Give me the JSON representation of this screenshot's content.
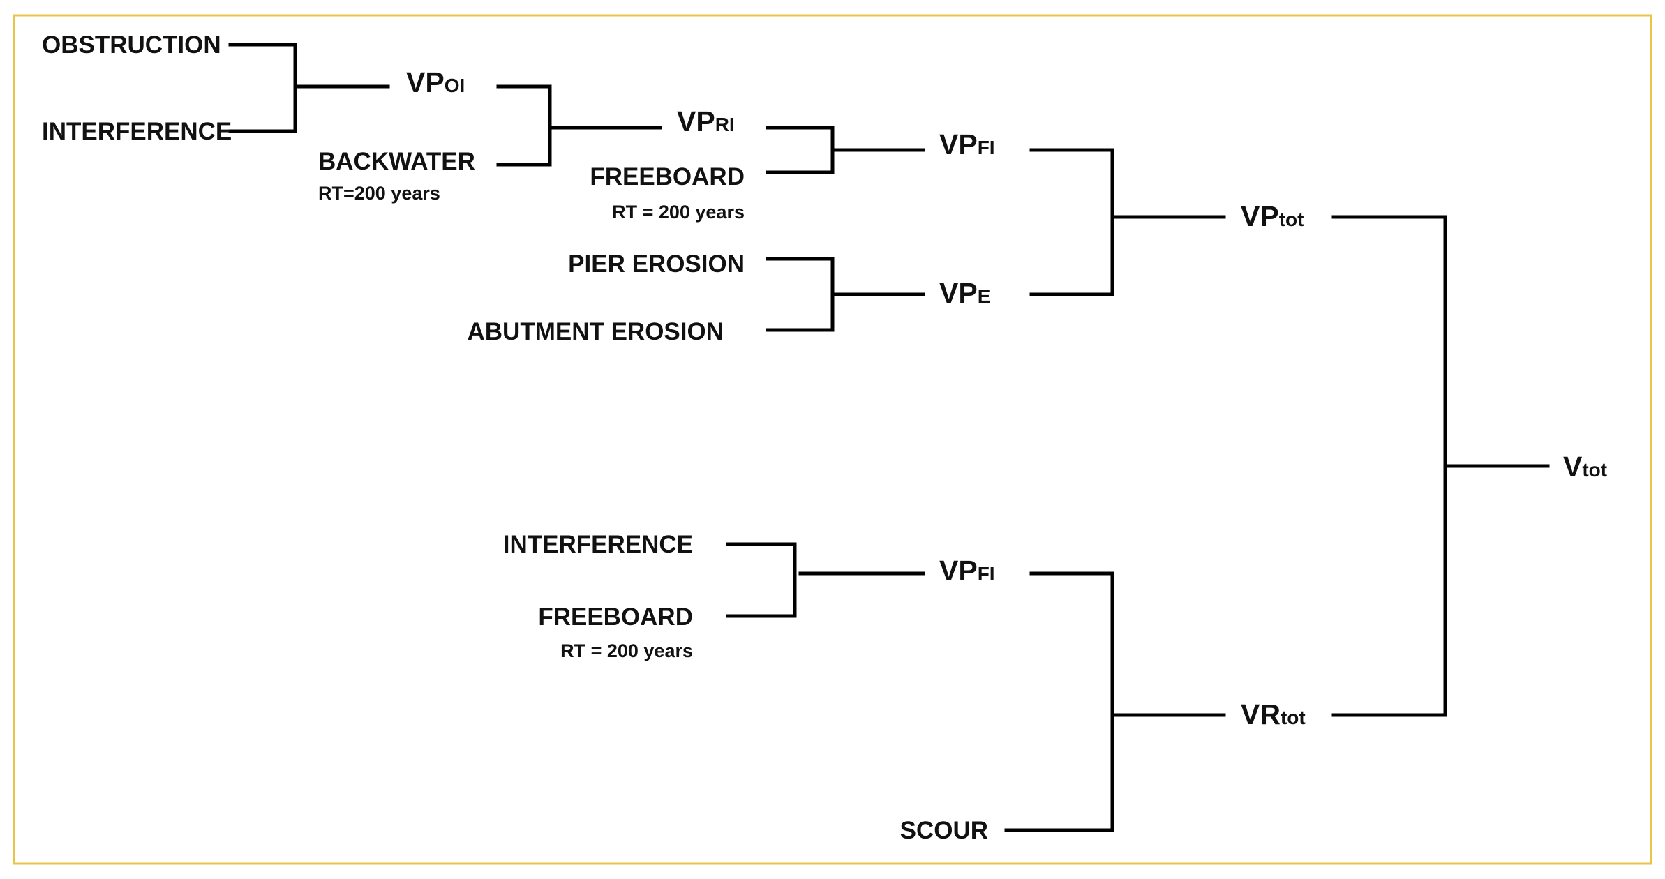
{
  "colors": {
    "frame": "#e8c44a",
    "lines": "#000000",
    "text": "#111111",
    "background": "#ffffff"
  },
  "upper_tree": {
    "obstruction": "OBSTRUCTION",
    "interference": "INTERFERENCE",
    "backwater": "BACKWATER",
    "backwater_rt": "RT=200 years",
    "freeboard": "FREEBOARD",
    "freeboard_rt": "RT = 200 years",
    "pier_erosion": "PIER EROSION",
    "abutment_erosion": "ABUTMENT EROSION",
    "vp_oi": {
      "main": "VP",
      "sub": "OI"
    },
    "vp_ri": {
      "main": "VP",
      "sub": "RI"
    },
    "vp_fi": {
      "main": "VP",
      "sub": "FI"
    },
    "vp_e": {
      "main": "VP",
      "sub": "E"
    },
    "vp_tot": {
      "main": "VP",
      "sub": "tot"
    }
  },
  "lower_tree": {
    "interference": "INTERFERENCE",
    "freeboard": "FREEBOARD",
    "freeboard_rt": "RT = 200 years",
    "scour": "SCOUR",
    "vp_fi": {
      "main": "VP",
      "sub": "FI"
    },
    "vr_tot": {
      "main": "VR",
      "sub": "tot"
    }
  },
  "root": {
    "main": "V",
    "sub": "tot"
  }
}
